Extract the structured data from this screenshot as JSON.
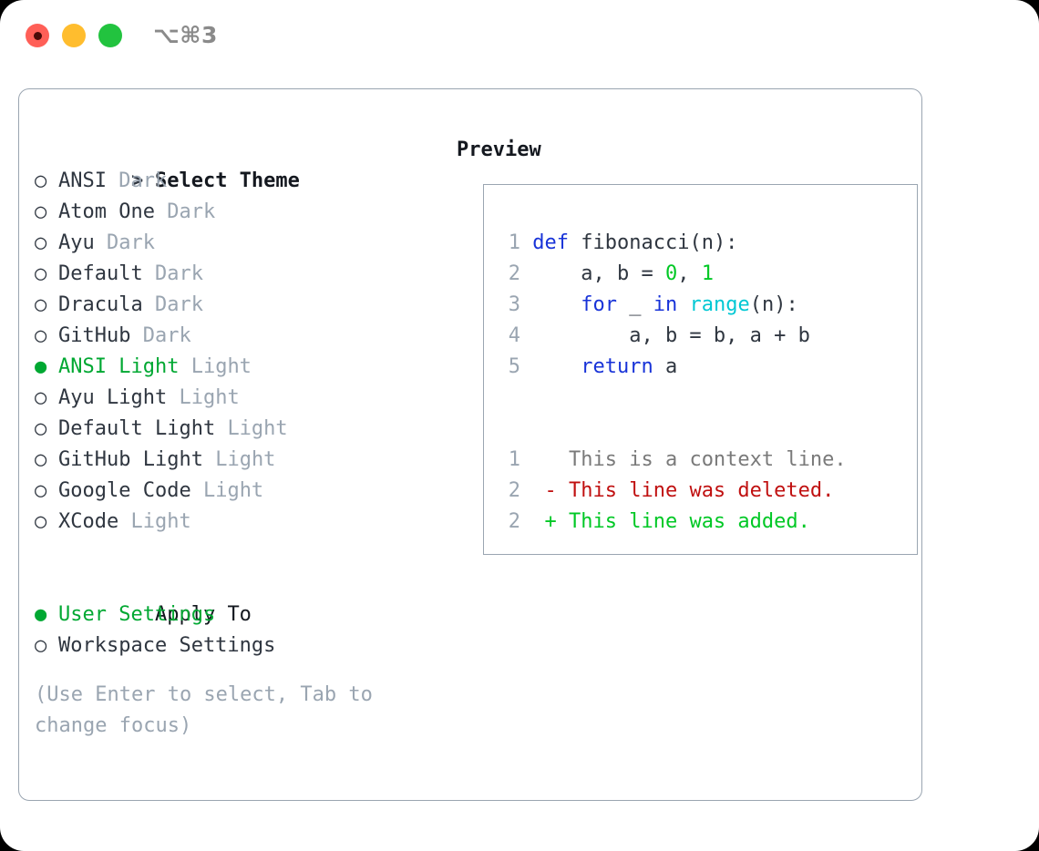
{
  "titlebar": {
    "shortcut": "⌥⌘3",
    "buttons": [
      {
        "name": "close",
        "color": "#ff5f57"
      },
      {
        "name": "minimize",
        "color": "#ffbd2e"
      },
      {
        "name": "maximize",
        "color": "#22c33f"
      }
    ]
  },
  "colors": {
    "accent_green": "#00a832",
    "muted": "#9aa5b1",
    "text": "#2f3640",
    "keyword_blue": "#1833d8",
    "function_cyan": "#00c8d4",
    "number_green": "#00c825",
    "diff_delete": "#c01010",
    "diff_add": "#00c825",
    "border": "#9aa5b1"
  },
  "theme_selector": {
    "prompt": ">",
    "title": "Select Theme",
    "selected_index": 6,
    "items": [
      {
        "bullet": "○",
        "name": "ANSI",
        "variant": "Dark",
        "selected": false
      },
      {
        "bullet": "○",
        "name": "Atom One",
        "variant": "Dark",
        "selected": false
      },
      {
        "bullet": "○",
        "name": "Ayu",
        "variant": "Dark",
        "selected": false
      },
      {
        "bullet": "○",
        "name": "Default",
        "variant": "Dark",
        "selected": false
      },
      {
        "bullet": "○",
        "name": "Dracula",
        "variant": "Dark",
        "selected": false
      },
      {
        "bullet": "○",
        "name": "GitHub",
        "variant": "Dark",
        "selected": false
      },
      {
        "bullet": "●",
        "name": "ANSI Light",
        "variant": "Light",
        "selected": true
      },
      {
        "bullet": "○",
        "name": "Ayu Light",
        "variant": "Light",
        "selected": false
      },
      {
        "bullet": "○",
        "name": "Default Light",
        "variant": "Light",
        "selected": false
      },
      {
        "bullet": "○",
        "name": "GitHub Light",
        "variant": "Light",
        "selected": false
      },
      {
        "bullet": "○",
        "name": "Google Code",
        "variant": "Light",
        "selected": false
      },
      {
        "bullet": "○",
        "name": "XCode",
        "variant": "Light",
        "selected": false
      }
    ]
  },
  "apply_to": {
    "label": "Apply To",
    "options": [
      {
        "bullet": "●",
        "label": "User Settings",
        "selected": true
      },
      {
        "bullet": "○",
        "label": "Workspace Settings",
        "selected": false
      }
    ]
  },
  "hint": "(Use Enter to select, Tab to change focus)",
  "preview": {
    "title": "Preview",
    "code": [
      {
        "lineno": "1",
        "tokens": [
          {
            "t": "def",
            "c": "kw"
          },
          {
            "t": " fibonacci(n):",
            "c": "plain"
          }
        ]
      },
      {
        "lineno": "2",
        "tokens": [
          {
            "t": "    a, b = ",
            "c": "plain"
          },
          {
            "t": "0",
            "c": "num"
          },
          {
            "t": ", ",
            "c": "plain"
          },
          {
            "t": "1",
            "c": "num"
          }
        ]
      },
      {
        "lineno": "3",
        "tokens": [
          {
            "t": "    ",
            "c": "plain"
          },
          {
            "t": "for",
            "c": "kw"
          },
          {
            "t": " _ ",
            "c": "plain"
          },
          {
            "t": "in",
            "c": "kw"
          },
          {
            "t": " ",
            "c": "plain"
          },
          {
            "t": "range",
            "c": "fn"
          },
          {
            "t": "(n):",
            "c": "plain"
          }
        ]
      },
      {
        "lineno": "4",
        "tokens": [
          {
            "t": "        a, b = b, a + b",
            "c": "plain"
          }
        ]
      },
      {
        "lineno": "5",
        "tokens": [
          {
            "t": "    ",
            "c": "plain"
          },
          {
            "t": "return",
            "c": "kw"
          },
          {
            "t": " a",
            "c": "plain"
          }
        ]
      }
    ],
    "diff": [
      {
        "lineno": "1",
        "marker": " ",
        "text": " This is a context line.",
        "kind": "ctx"
      },
      {
        "lineno": "2",
        "marker": "-",
        "text": " This line was deleted.",
        "kind": "del"
      },
      {
        "lineno": "2",
        "marker": "+",
        "text": " This line was added.",
        "kind": "add"
      }
    ]
  }
}
